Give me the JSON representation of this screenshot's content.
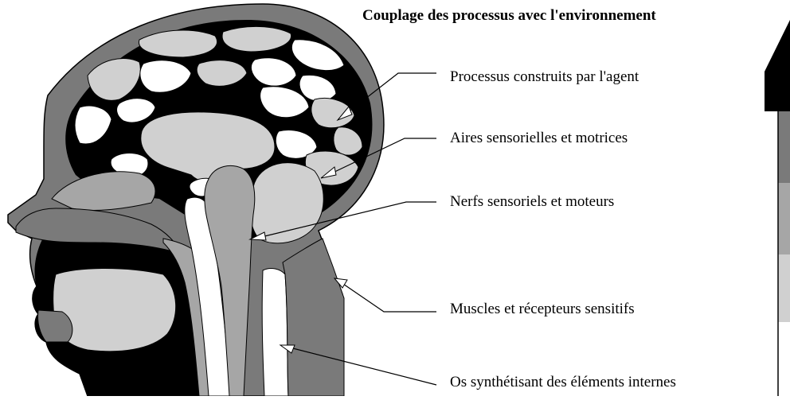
{
  "title": "Couplage des processus avec l'environnement",
  "labels": [
    "Processus construits par l'agent",
    "Aires sensorielles et motrices",
    "Nerfs sensoriels et moteurs",
    "Muscles et récepteurs sensitifs",
    "Os synthétisant des éléments internes"
  ],
  "colors": {
    "black": "#000000",
    "dark_gray": "#7a7a7a",
    "mid_gray": "#a6a6a6",
    "light_gray": "#cfcfcf",
    "lighter_gray": "#e0e0e0",
    "white": "#ffffff"
  }
}
